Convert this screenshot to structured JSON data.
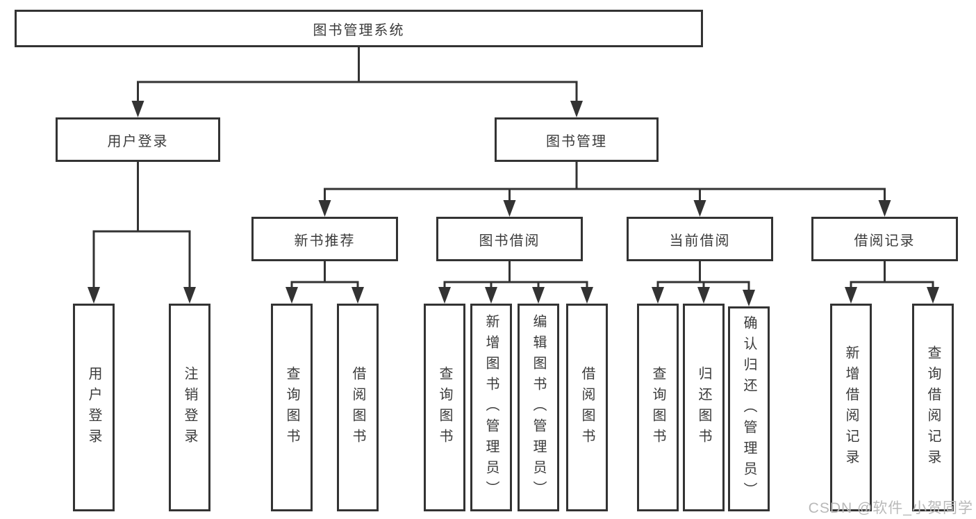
{
  "diagram": {
    "root": {
      "label": "图书管理系统"
    },
    "login_branch": {
      "label": "用户登录",
      "children": [
        "用户登录",
        "注销登录"
      ]
    },
    "manage_branch": {
      "label": "图书管理",
      "sections": [
        {
          "label": "新书推荐",
          "children": [
            "查询图书",
            "借阅图书"
          ]
        },
        {
          "label": "图书借阅",
          "children": [
            "查询图书",
            "新增图书（管理员）",
            "编辑图书（管理员）",
            "借阅图书"
          ]
        },
        {
          "label": "当前借阅",
          "children": [
            "查询图书",
            "归还图书",
            "确认归还（管理员）"
          ]
        },
        {
          "label": "借阅记录",
          "children": [
            "新增借阅记录",
            "查询借阅记录"
          ]
        }
      ]
    }
  },
  "watermark": {
    "text": "CSDN @软件_小贺同学"
  },
  "colors": {
    "line": "#333333",
    "node_text": "#3b3b3b",
    "watermark_text": "#b9b9b9",
    "background": "#ffffff"
  }
}
